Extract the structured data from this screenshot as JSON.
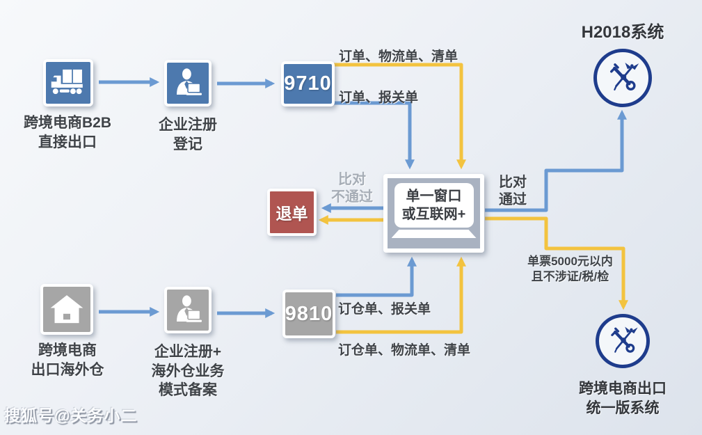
{
  "colors": {
    "blue-box": "#4d79ae",
    "gray-box": "#a6a6a6",
    "center-box": "#a9b2c1",
    "red-box": "#b05551",
    "arrow-blue": "#6b9ad2",
    "arrow-yellow": "#f3c33f",
    "emblem-navy": "#1e3c8c",
    "label-dark": "#3f4348",
    "label-muted": "#a6adb6"
  },
  "nodes": {
    "b2b_source": {
      "label": "跨境电商B2B\n直接出口",
      "icon": "truck"
    },
    "register_direct": {
      "label": "企业注册\n登记",
      "icon": "person-laptop"
    },
    "code_9710": {
      "label": "9710"
    },
    "overseas_source": {
      "label": "跨境电商\n出口海外仓",
      "icon": "house"
    },
    "register_overseas": {
      "label": "企业注册+\n海外仓业务\n模式备案",
      "icon": "person-laptop"
    },
    "code_9810": {
      "label": "9810"
    },
    "single_window": {
      "label": "单一窗口\n或互联网+"
    },
    "return_order": {
      "label": "退单"
    },
    "h2018_system": {
      "label": "H2018系统",
      "icon": "customs-emblem"
    },
    "unified_system": {
      "label": "跨境电商出口\n统一版系统",
      "icon": "customs-emblem"
    }
  },
  "edges": {
    "order_logistics_manifest": "订单、物流单、清单",
    "order_declaration": "订单、报关单",
    "warehouse_declaration": "订仓单、报关单",
    "warehouse_logistics_manifest": "订仓单、物流单、清单",
    "compare_fail": "比对\n不通过",
    "compare_pass": "比对\n通过",
    "threshold_note": "单票5000元以内\n且不涉证/税/检"
  },
  "watermark": "搜狐号@关务小二"
}
